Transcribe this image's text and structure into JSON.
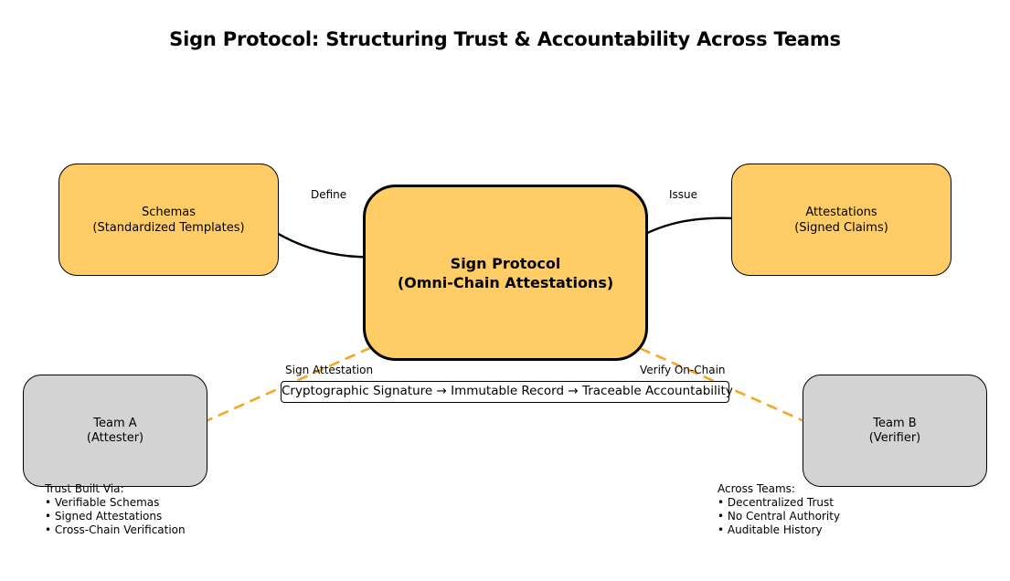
{
  "title": "Sign Protocol: Structuring Trust & Accountability Across Teams",
  "nodes": {
    "schemas": {
      "line1": "Schemas",
      "line2": "(Standardized Templates)"
    },
    "protocol": {
      "line1": "Sign Protocol",
      "line2": "(Omni-Chain Attestations)"
    },
    "attestations": {
      "line1": "Attestations",
      "line2": "(Signed Claims)"
    },
    "team_a": {
      "line1": "Team A",
      "line2": "(Attester)"
    },
    "team_b": {
      "line1": "Team B",
      "line2": "(Verifier)"
    }
  },
  "edges": {
    "define": "Define",
    "issue": "Issue",
    "sign_attestation": "Sign Attestation",
    "verify_on_chain": "Verify On-Chain"
  },
  "banner": "Cryptographic Signature → Immutable Record → Traceable Accountability",
  "notes_left": {
    "heading": "Trust Built Via:",
    "items": [
      "• Verifiable Schemas",
      "• Signed Attestations",
      "• Cross-Chain Verification"
    ]
  },
  "notes_right": {
    "heading": "Across Teams:",
    "items": [
      "• Decentralized Trust",
      "• No Central Authority",
      "• Auditable History"
    ]
  },
  "colors": {
    "accent_node": "#ffcc66",
    "neutral_node": "#d3d3d3",
    "dashed_edge": "#f5a623",
    "solid_edge": "#000000"
  }
}
